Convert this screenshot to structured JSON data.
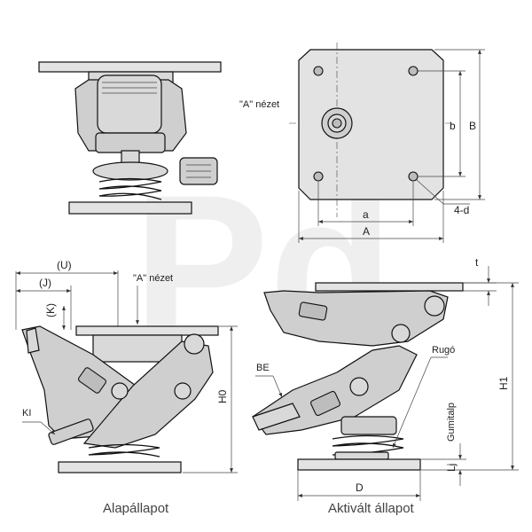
{
  "watermark": "Pd",
  "captions": {
    "base_state": "Alapállapot",
    "active_state": "Aktivált állapot"
  },
  "top_view": {
    "view_label": "\"A\" nézet",
    "dim_a_small": "a",
    "dim_A": "A",
    "dim_b": "b",
    "dim_B": "B",
    "holes": "4-d"
  },
  "base_view": {
    "view_label": "\"A\" nézet",
    "dim_U": "(U)",
    "dim_J": "(J)",
    "dim_K": "(K)",
    "dim_H0": "H0",
    "label_KI": "KI"
  },
  "active_view": {
    "dim_t": "t",
    "label_BE": "BE",
    "label_spring": "Rugó",
    "label_rubber": "Gumitalp",
    "dim_H1": "H1",
    "dim_Lj": "Lj",
    "dim_D": "D"
  }
}
